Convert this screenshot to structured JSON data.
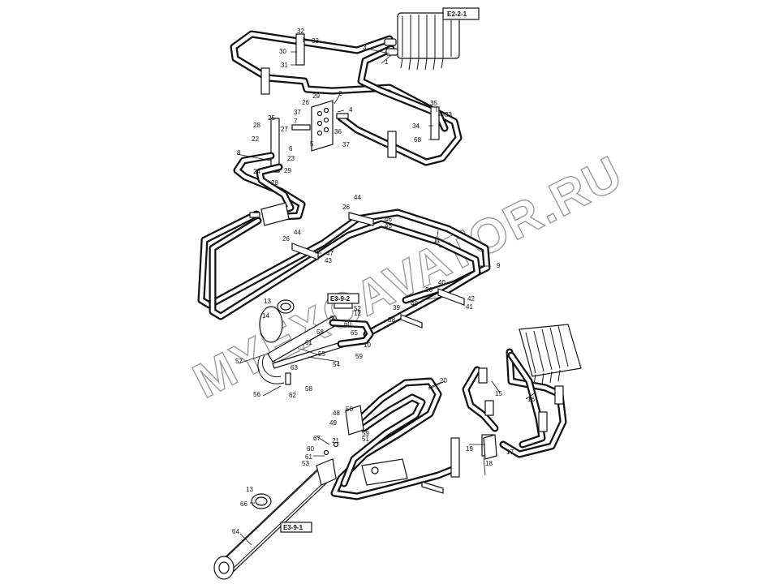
{
  "refs": {
    "top_valve": "E2-2-1",
    "boom_cyl_upper": "E3-9-2",
    "boom_cyl_lower": "E3-9-1"
  },
  "watermark": "MYEXCAVATOR.RU",
  "labels": {
    "n1": "1",
    "n2": "2",
    "n3": "3",
    "n4": "4",
    "n5": "5",
    "n6": "6",
    "n7": "7",
    "n8": "8",
    "n9": "9",
    "n10": "10",
    "n11": "11",
    "n12": "12",
    "n13a": "13",
    "n13b": "13",
    "n14": "14",
    "n15": "15",
    "n16": "16",
    "n17": "17",
    "n18": "18",
    "n19": "19",
    "n20": "20",
    "n21": "21",
    "n22": "22",
    "n23": "23",
    "n24": "24",
    "n25": "25",
    "n26a": "26",
    "n26b": "26",
    "n26c": "26",
    "n26d": "26",
    "n27": "27",
    "n28a": "28",
    "n28b": "28",
    "n29a": "29",
    "n29b": "29",
    "n30": "30",
    "n31": "31",
    "n32": "32",
    "n33a": "33",
    "n33b": "33",
    "n34": "34",
    "n35": "35",
    "n36": "36",
    "n37a": "37",
    "n37b": "37",
    "n38": "38",
    "n39": "39",
    "n40a": "40",
    "n40b": "40",
    "n41": "41",
    "n42": "42",
    "n43": "43",
    "n44a": "44",
    "n44b": "44",
    "n45": "45",
    "n46": "46",
    "n47": "47",
    "n48": "48",
    "n49": "49",
    "n50": "50",
    "n51": "51",
    "n52": "52",
    "n53": "53",
    "n54": "54",
    "n55": "55",
    "n56": "56",
    "n57": "57",
    "n58a": "58",
    "n58b": "58",
    "n59a": "59",
    "n59b": "59",
    "n60a": "60",
    "n60b": "60",
    "n60c": "60",
    "n61a": "61",
    "n61b": "61",
    "n62": "62",
    "n63": "63",
    "n64": "64",
    "n65": "65",
    "n66": "66",
    "n67": "67",
    "n68": "68"
  }
}
